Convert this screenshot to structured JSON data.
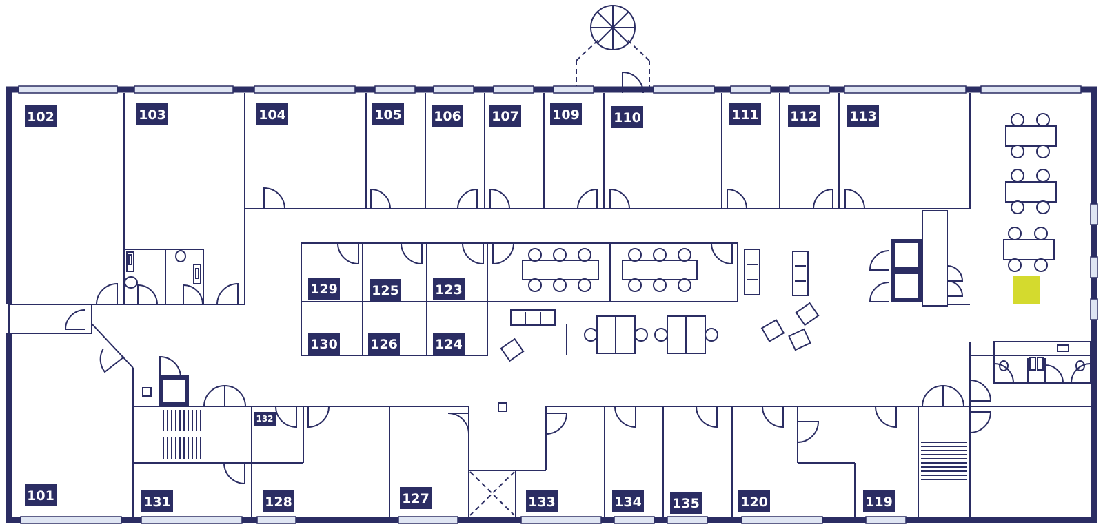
{
  "floorplan": {
    "rooms": [
      {
        "id": "101",
        "label": "101"
      },
      {
        "id": "102",
        "label": "102"
      },
      {
        "id": "103",
        "label": "103"
      },
      {
        "id": "104",
        "label": "104"
      },
      {
        "id": "105",
        "label": "105"
      },
      {
        "id": "106",
        "label": "106"
      },
      {
        "id": "107",
        "label": "107"
      },
      {
        "id": "109",
        "label": "109"
      },
      {
        "id": "110",
        "label": "110"
      },
      {
        "id": "111",
        "label": "111"
      },
      {
        "id": "112",
        "label": "112"
      },
      {
        "id": "113",
        "label": "113"
      },
      {
        "id": "119",
        "label": "119"
      },
      {
        "id": "120",
        "label": "120"
      },
      {
        "id": "123",
        "label": "123"
      },
      {
        "id": "124",
        "label": "124"
      },
      {
        "id": "125",
        "label": "125"
      },
      {
        "id": "126",
        "label": "126"
      },
      {
        "id": "127",
        "label": "127"
      },
      {
        "id": "128",
        "label": "128"
      },
      {
        "id": "129",
        "label": "129"
      },
      {
        "id": "130",
        "label": "130"
      },
      {
        "id": "131",
        "label": "131"
      },
      {
        "id": "132",
        "label": "132"
      },
      {
        "id": "133",
        "label": "133"
      },
      {
        "id": "134",
        "label": "134"
      },
      {
        "id": "135",
        "label": "135"
      }
    ],
    "colors": {
      "wall": "#2b2d63",
      "window": "#dfe5f3",
      "label_background": "#2b2d63",
      "label_text": "#ffffff",
      "highlight": "#d4da2e"
    },
    "icons": [
      "door-swing-icon",
      "window-icon",
      "stair-icon",
      "elevator-icon",
      "table-icon",
      "chair-icon",
      "sofa-icon",
      "toilet-icon",
      "sink-icon",
      "spiral-stair-icon",
      "highlight-marker"
    ]
  }
}
